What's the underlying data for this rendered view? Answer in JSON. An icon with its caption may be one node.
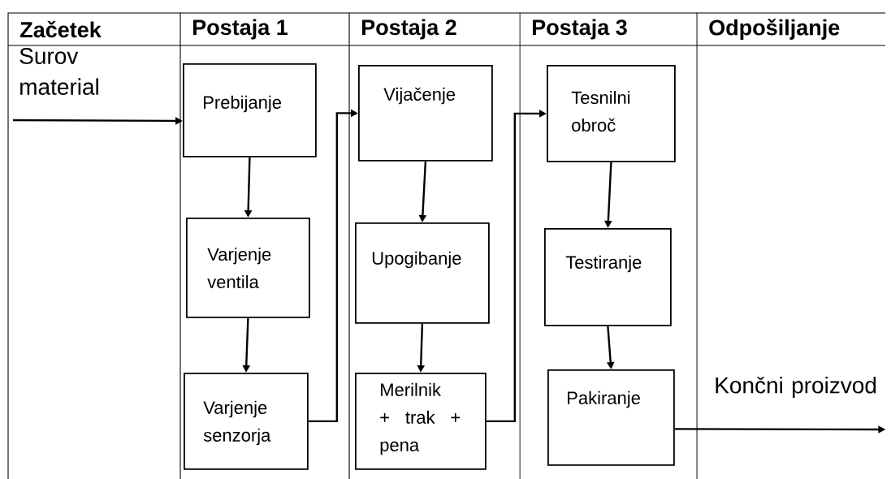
{
  "diagram": {
    "nodes": [
      {
        "text": [
          "Začetek"
        ]
      },
      {
        "text": [
          "Postaja 1"
        ]
      },
      {
        "text": [
          "Postaja 2"
        ]
      },
      {
        "text": [
          "Postaja 3"
        ]
      },
      {
        "text": [
          "Odpošiljanje"
        ]
      },
      {
        "text": [
          "Prebijanje"
        ],
        "in": 1
      },
      {
        "text": [
          "Varjenje ventila"
        ],
        "in": 1
      },
      {
        "text": [
          "Varjenje senzorja"
        ],
        "in": 1
      },
      {
        "text": [
          "Vijačenje"
        ],
        "in": 2
      },
      {
        "text": [
          "Upogibanje"
        ],
        "in": 2
      },
      {
        "text": [
          "Merilnik + trak + pena"
        ],
        "in": 2
      },
      {
        "text": [
          "Tesnilni obroč"
        ],
        "in": 3
      },
      {
        "text": [
          "Testiranje"
        ],
        "in": 3
      },
      {
        "text": [
          "Pakiranje"
        ],
        "in": 3
      }
    ],
    "edges": [
      {
        "from": 0,
        "to": 5,
        "arrow": "to",
        "label": "Surov material"
      },
      {
        "from": 5,
        "to": 6,
        "arrow": "to"
      },
      {
        "from": 6,
        "to": 7,
        "arrow": "to"
      },
      {
        "from": 7,
        "to": 8,
        "arrow": "to"
      },
      {
        "from": 8,
        "to": 9,
        "arrow": "to"
      },
      {
        "from": 9,
        "to": 10,
        "arrow": "to"
      },
      {
        "from": 10,
        "to": 11,
        "arrow": "to"
      },
      {
        "from": 11,
        "to": 12,
        "arrow": "to"
      },
      {
        "from": 12,
        "to": 13,
        "arrow": "to"
      },
      {
        "from": 13,
        "to": 4,
        "arrow": "to",
        "label": "Končni proizvod"
      }
    ]
  }
}
